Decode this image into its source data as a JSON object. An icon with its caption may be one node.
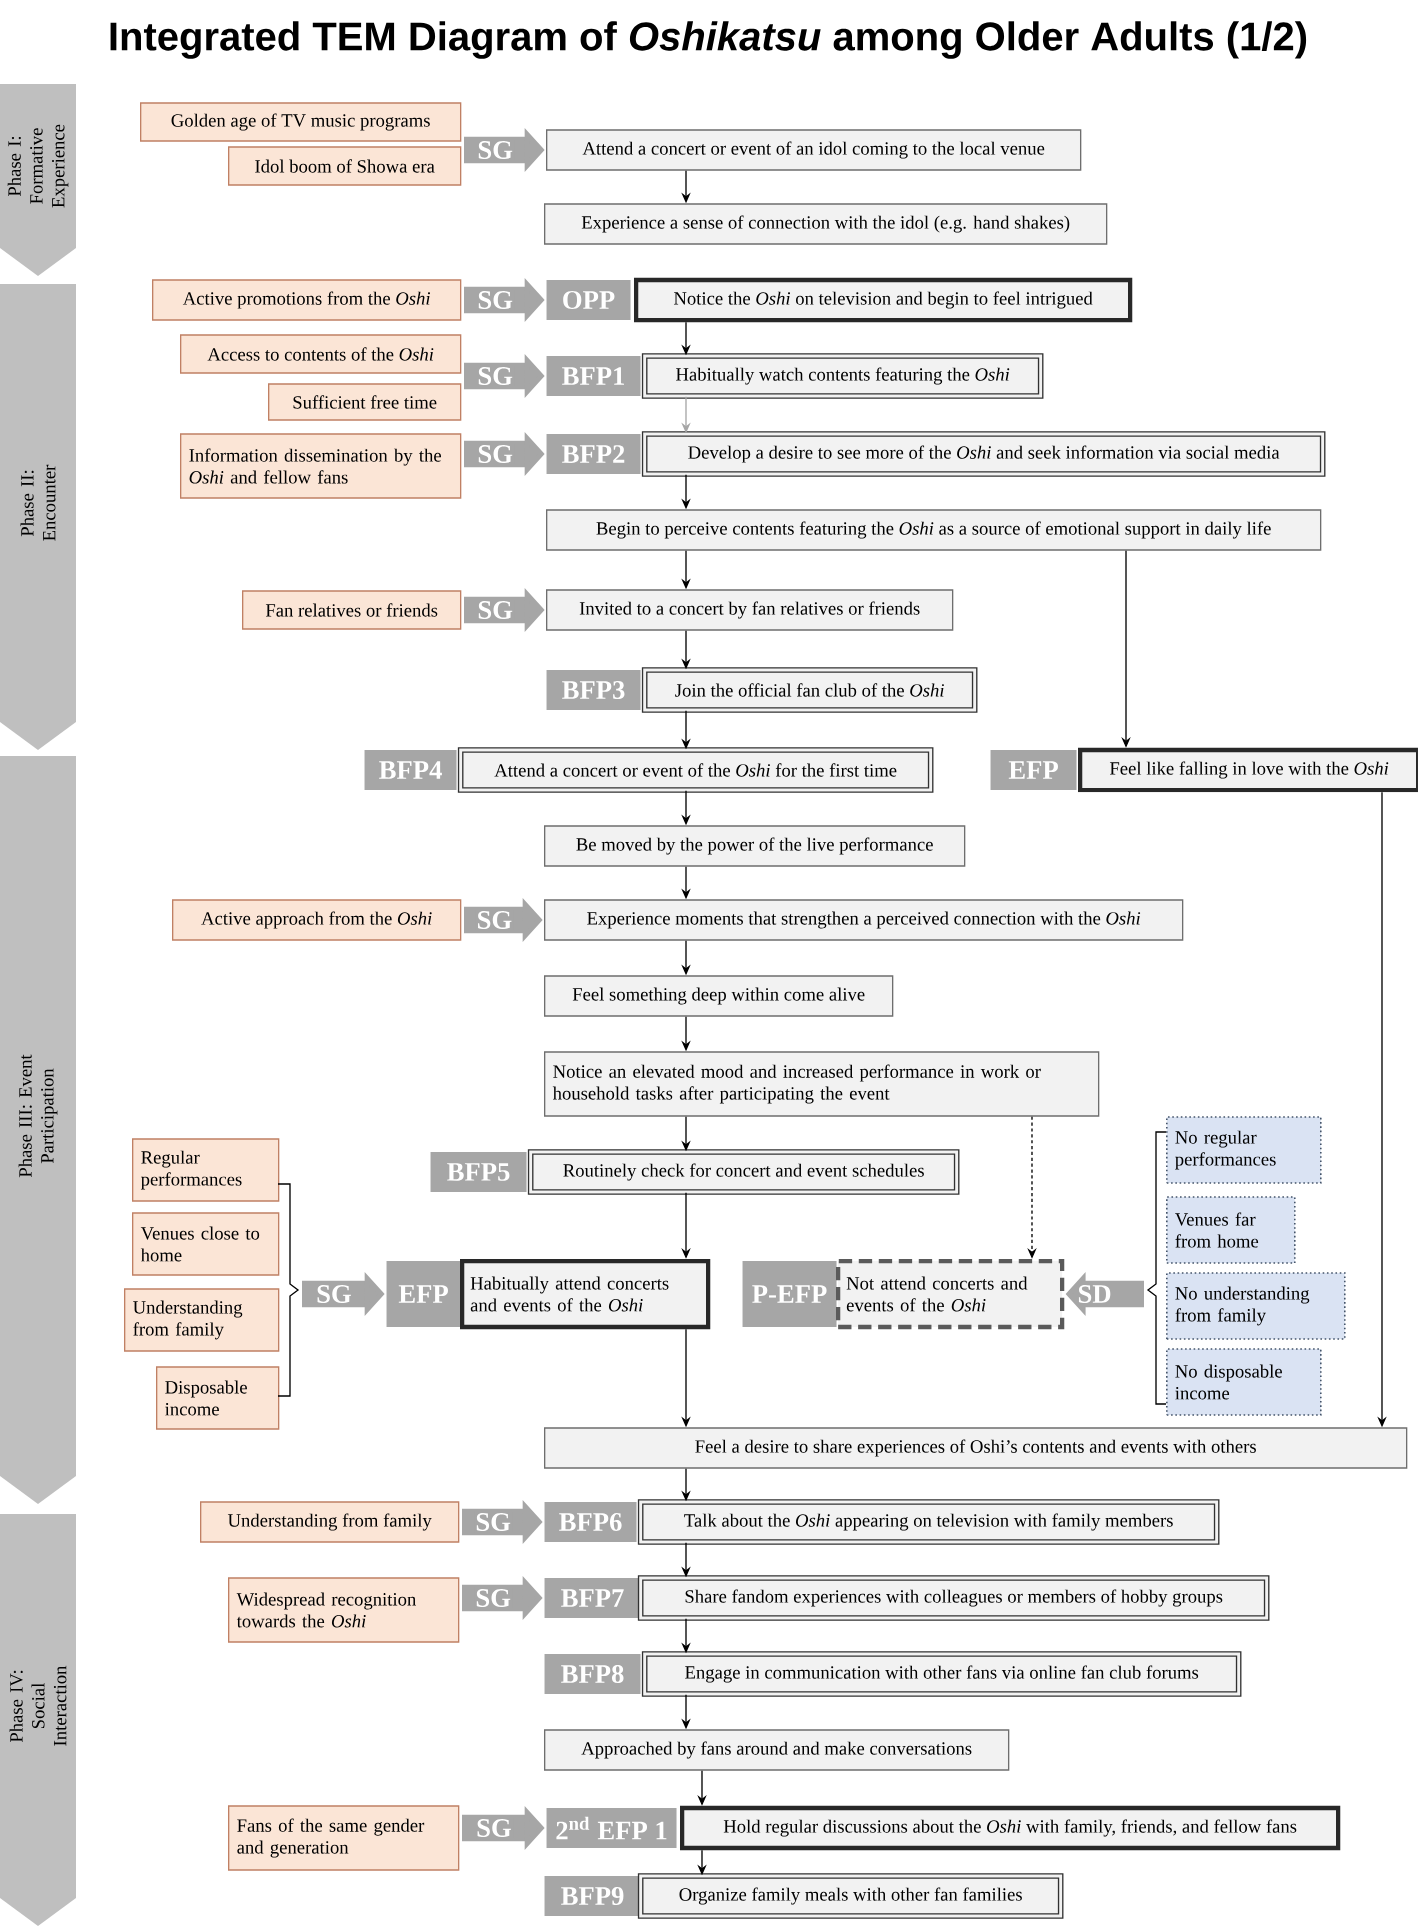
{
  "diagram": {
    "title": "Integrated TEM Diagram of *Oshikatsu* among Older Adults (1/2)",
    "nodes": [
      {
        "text": [
          "Phase I: Formative Experience"
        ]
      },
      {
        "text": [
          "Phase II: Encounter"
        ]
      },
      {
        "text": [
          "Phase III: Event Participation"
        ]
      },
      {
        "text": [
          "Phase IV: Social Interaction"
        ]
      },
      {
        "text": [
          "Golden age of TV music programs"
        ]
      },
      {
        "text": [
          "Idol boom of Showa era"
        ]
      },
      {
        "text": [
          "Attend a concert or event of an idol coming to the local venue"
        ]
      },
      {
        "text": [
          "Experience a sense of connection with the idol (e.g. hand shakes)"
        ]
      },
      {
        "text": [
          "Active promotions from the *Oshi*"
        ]
      },
      {
        "text": [
          "OPP"
        ]
      },
      {
        "text": [
          "Notice the *Oshi* on television and begin to feel intrigued"
        ]
      },
      {
        "text": [
          "Access to contents of the *Oshi*"
        ]
      },
      {
        "text": [
          "Sufficient free time"
        ]
      },
      {
        "text": [
          "BFP1"
        ]
      },
      {
        "text": [
          "Habitually watch contents featuring the *Oshi*"
        ]
      },
      {
        "text": [
          "Information dissemination by the *Oshi* and fellow fans"
        ]
      },
      {
        "text": [
          "BFP2"
        ]
      },
      {
        "text": [
          "Develop a desire to see more of the *Oshi* and seek information via social media"
        ]
      },
      {
        "text": [
          "Begin to perceive contents featuring the *Oshi* as a source of emotional support in daily life"
        ]
      },
      {
        "text": [
          "Fan relatives or friends"
        ]
      },
      {
        "text": [
          "Invited to a concert by fan relatives or friends"
        ]
      },
      {
        "text": [
          "BFP3"
        ]
      },
      {
        "text": [
          "Join the official fan club of the *Oshi*"
        ]
      },
      {
        "text": [
          "BFP4"
        ]
      },
      {
        "text": [
          "Attend a concert or event of the *Oshi* for the first time"
        ]
      },
      {
        "text": [
          "EFP"
        ]
      },
      {
        "text": [
          "Feel like falling in love with the *Oshi*"
        ]
      },
      {
        "text": [
          "Be moved by the power of the live performance"
        ]
      },
      {
        "text": [
          "Active approach from the *Oshi*"
        ]
      },
      {
        "text": [
          "Experience moments that strengthen a perceived connection with the *Oshi*"
        ]
      },
      {
        "text": [
          "Feel something deep within come alive"
        ]
      },
      {
        "text": [
          "Notice an elevated mood and increased performance in work or household tasks after participating the event"
        ]
      },
      {
        "text": [
          "BFP5"
        ]
      },
      {
        "text": [
          "Routinely check for concert and event schedules"
        ]
      },
      {
        "text": [
          "Regular performances"
        ]
      },
      {
        "text": [
          "Venues close to home"
        ]
      },
      {
        "text": [
          "Understanding from family"
        ]
      },
      {
        "text": [
          "Disposable income"
        ]
      },
      {
        "text": [
          "EFP"
        ]
      },
      {
        "text": [
          "Habitually attend concerts and events of the *Oshi*"
        ]
      },
      {
        "text": [
          "P-EFP"
        ]
      },
      {
        "text": [
          "Not attend concerts and events of the *Oshi*"
        ]
      },
      {
        "text": [
          "No regular performances"
        ]
      },
      {
        "text": [
          "Venues far from home"
        ]
      },
      {
        "text": [
          "No understanding from family"
        ]
      },
      {
        "text": [
          "No disposable income"
        ]
      },
      {
        "text": [
          "Feel a desire to share experiences of Oshi’s contents and events with others"
        ]
      },
      {
        "text": [
          "Understanding from family"
        ]
      },
      {
        "text": [
          "BFP6"
        ]
      },
      {
        "text": [
          "Talk about the *Oshi* appearing on television with family members"
        ]
      },
      {
        "text": [
          "Widespread recognition towards the *Oshi*"
        ]
      },
      {
        "text": [
          "BFP7"
        ]
      },
      {
        "text": [
          "Share fandom experiences with colleagues or members of hobby groups"
        ]
      },
      {
        "text": [
          "BFP8"
        ]
      },
      {
        "text": [
          "Engage in communication with other fans via online fan club forums"
        ]
      },
      {
        "text": [
          "Approached by fans around and make conversations"
        ]
      },
      {
        "text": [
          "Fans of the same gender and generation"
        ]
      },
      {
        "text": [
          "2$^{nd}$ EFP 1"
        ]
      },
      {
        "text": [
          "Hold regular discussions about the *Oshi* with family, friends, and fellow fans"
        ]
      },
      {
        "text": [
          "BFP9"
        ]
      },
      {
        "text": [
          "Organize family meals with other fan families"
        ]
      },
      {
        "text": [],
        "shape": "bracket"
      },
      {
        "text": [],
        "shape": "bracket"
      }
    ],
    "edges": [
      {
        "from": 4,
        "to": 6,
        "arrow": "to",
        "label": "SG",
        "style": "thick",
        "color": "#a6a6a6"
      },
      {
        "from": 5,
        "to": 6,
        "arrow": "to",
        "style": "thick",
        "color": "#a6a6a6"
      },
      {
        "from": 6,
        "to": 7,
        "arrow": "to"
      },
      {
        "from": 8,
        "to": 9,
        "arrow": "to",
        "label": "SG",
        "style": "thick",
        "color": "#a6a6a6"
      },
      {
        "from": 10,
        "to": 14,
        "arrow": "to"
      },
      {
        "from": 11,
        "to": 13,
        "arrow": "to",
        "label": "SG",
        "style": "thick",
        "color": "#a6a6a6"
      },
      {
        "from": 12,
        "to": 13,
        "arrow": "to",
        "style": "thick",
        "color": "#a6a6a6"
      },
      {
        "from": 14,
        "to": 17,
        "arrow": "to",
        "color": "#a6a6a6"
      },
      {
        "from": 15,
        "to": 16,
        "arrow": "to",
        "label": "SG",
        "style": "thick",
        "color": "#a6a6a6"
      },
      {
        "from": 17,
        "to": 18,
        "arrow": "to"
      },
      {
        "from": 18,
        "to": 20,
        "arrow": "to"
      },
      {
        "from": 19,
        "to": 20,
        "arrow": "to",
        "label": "SG",
        "style": "thick",
        "color": "#a6a6a6"
      },
      {
        "from": 20,
        "to": 22,
        "arrow": "to"
      },
      {
        "from": 22,
        "to": 24,
        "arrow": "to"
      },
      {
        "from": 18,
        "to": 26,
        "arrow": "to"
      },
      {
        "from": 24,
        "to": 27,
        "arrow": "to"
      },
      {
        "from": 28,
        "to": 29,
        "arrow": "to",
        "label": "SG",
        "style": "thick",
        "color": "#a6a6a6"
      },
      {
        "from": 27,
        "to": 29,
        "arrow": "to"
      },
      {
        "from": 29,
        "to": 30,
        "arrow": "to"
      },
      {
        "from": 30,
        "to": 31,
        "arrow": "to"
      },
      {
        "from": 31,
        "to": 33,
        "arrow": "to"
      },
      {
        "from": 31,
        "to": 41,
        "arrow": "to",
        "style": "dashed"
      },
      {
        "from": 33,
        "to": 39,
        "arrow": "to"
      },
      {
        "from": 61,
        "to": 38,
        "arrow": "to",
        "label": "SG",
        "style": "thick",
        "color": "#a6a6a6"
      },
      {
        "from": 62,
        "to": 41,
        "arrow": "to",
        "label": "SD",
        "style": "thick",
        "color": "#a6a6a6"
      },
      {
        "from": 39,
        "to": 46,
        "arrow": "to"
      },
      {
        "from": 26,
        "to": 46,
        "arrow": "to"
      },
      {
        "from": 46,
        "to": 49,
        "arrow": "to"
      },
      {
        "from": 47,
        "to": 48,
        "arrow": "to",
        "label": "SG",
        "style": "thick",
        "color": "#a6a6a6"
      },
      {
        "from": 49,
        "to": 52,
        "arrow": "to"
      },
      {
        "from": 50,
        "to": 51,
        "arrow": "to",
        "label": "SG",
        "style": "thick",
        "color": "#a6a6a6"
      },
      {
        "from": 52,
        "to": 54,
        "arrow": "to"
      },
      {
        "from": 54,
        "to": 55,
        "arrow": "to"
      },
      {
        "from": 55,
        "to": 58,
        "arrow": "to"
      },
      {
        "from": 56,
        "to": 57,
        "arrow": "to",
        "label": "SG",
        "style": "thick",
        "color": "#a6a6a6"
      },
      {
        "from": 58,
        "to": 60,
        "arrow": "to"
      }
    ]
  }
}
